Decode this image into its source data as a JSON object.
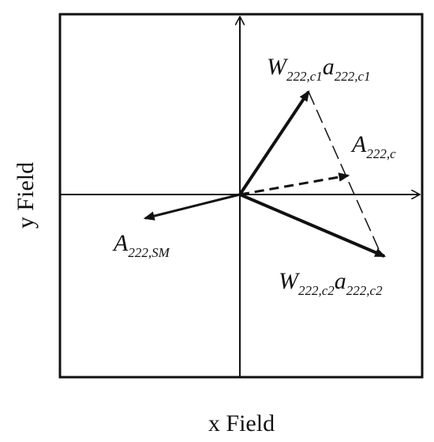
{
  "axes": {
    "x_label": "x Field",
    "y_label": "y Field"
  },
  "vectors": {
    "c1": {
      "symbol_main": "W",
      "symbol_main_sub": "222,c1",
      "symbol_amp": "a",
      "symbol_amp_sub": "222,c1"
    },
    "c2": {
      "symbol_main": "W",
      "symbol_main_sub": "222,c2",
      "symbol_amp": "a",
      "symbol_amp_sub": "222,c2"
    },
    "resultant": {
      "symbol": "A",
      "symbol_sub": "222,c"
    },
    "sm": {
      "symbol": "A",
      "symbol_sub": "222,SM"
    }
  },
  "colors": {
    "ink": "#111111",
    "background": "#ffffff"
  }
}
